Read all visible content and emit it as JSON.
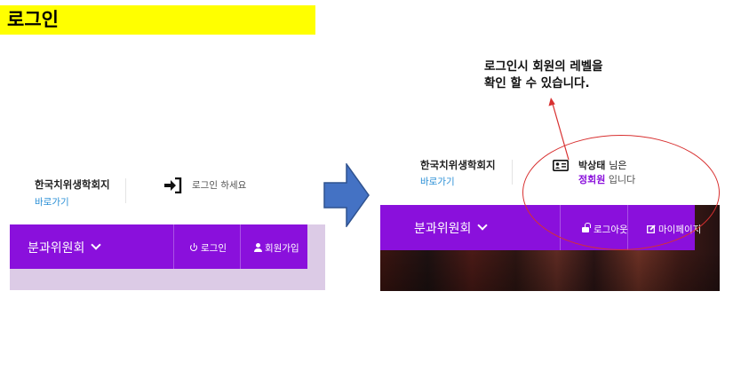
{
  "slide": {
    "title": "로그인",
    "title_bg": "#ffff00"
  },
  "before_login": {
    "site_name": "한국치위생학회지",
    "shortcut_link": "바로가기",
    "login_icon": "sign-in-icon",
    "login_prompt": "로그인 하세요",
    "nav": {
      "menu_label": "분과위원회",
      "login_button": "로그인",
      "join_button": "회원가입"
    }
  },
  "transition_arrow": {
    "icon": "right-arrow",
    "color": "#4472c4"
  },
  "after_login": {
    "site_name": "한국치위생학회지",
    "shortcut_link": "바로가기",
    "user": {
      "icon": "id-card-icon",
      "name": "박상태",
      "name_suffix": "님은",
      "level": "정회원",
      "level_suffix": "입니다"
    },
    "nav": {
      "menu_label": "분과위원회",
      "logout_button": "로그아웃",
      "mypage_button": "마이페이지"
    }
  },
  "annotation": {
    "line1": "로그인시 회원의 레벨을",
    "line2": "확인 할 수 있습니다.",
    "color": "#d83030"
  },
  "colors": {
    "nav_purple": "#8a10dc",
    "link_blue": "#2a8fd6",
    "level_purple": "#8a10dc",
    "lavender": "#dccbe6"
  }
}
